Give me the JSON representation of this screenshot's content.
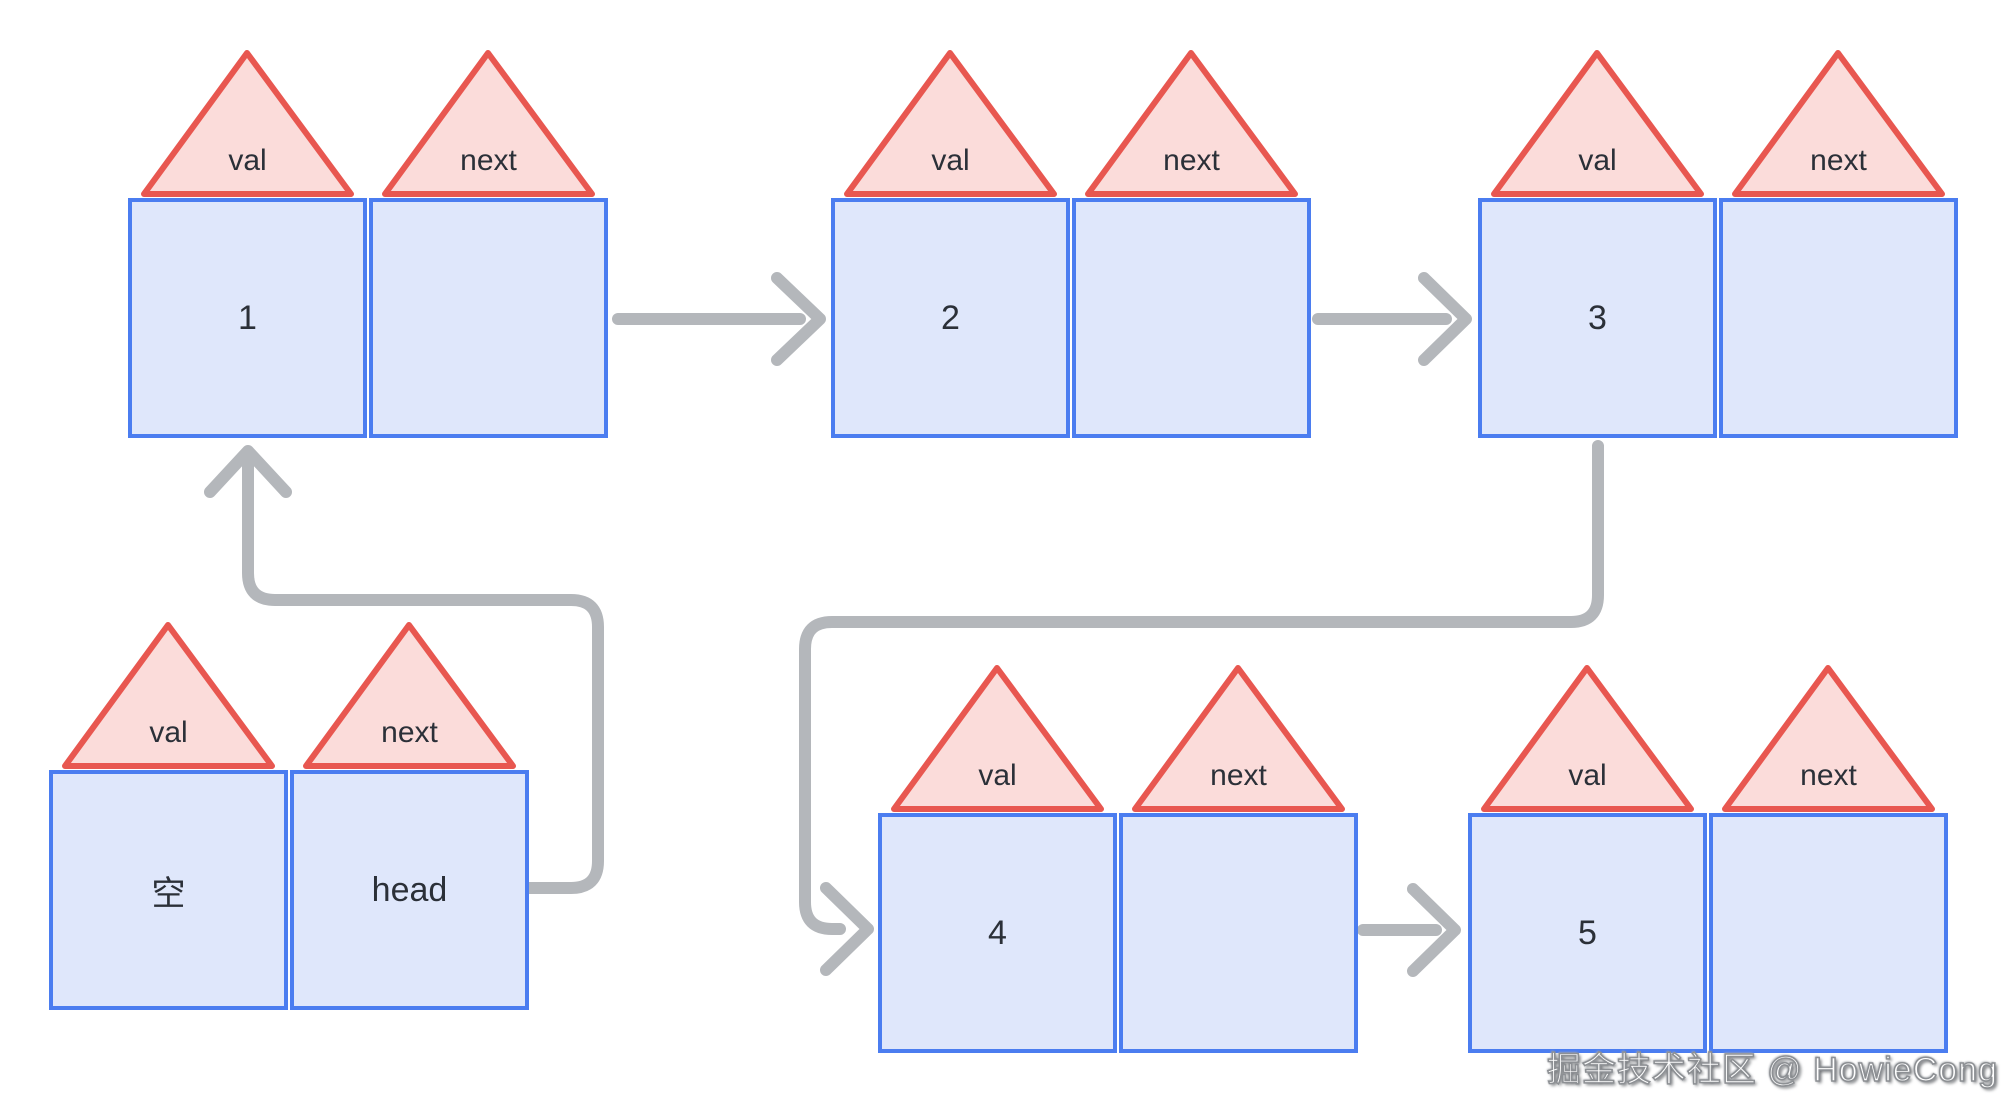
{
  "watermark": "掘金技术社区 @ HowieCong",
  "nodes": [
    {
      "name": "node-1",
      "val_pointer": "val",
      "next_pointer": "next",
      "val_value": "1",
      "next_value": ""
    },
    {
      "name": "node-2",
      "val_pointer": "val",
      "next_pointer": "next",
      "val_value": "2",
      "next_value": ""
    },
    {
      "name": "node-3",
      "val_pointer": "val",
      "next_pointer": "next",
      "val_value": "3",
      "next_value": ""
    },
    {
      "name": "node-4",
      "val_pointer": "val",
      "next_pointer": "next",
      "val_value": "4",
      "next_value": ""
    },
    {
      "name": "node-5",
      "val_pointer": "val",
      "next_pointer": "next",
      "val_value": "5",
      "next_value": ""
    },
    {
      "name": "head-node",
      "val_pointer": "val",
      "next_pointer": "next",
      "val_value": "空",
      "next_value": "head"
    }
  ],
  "colors": {
    "triangle_fill": "#fbdcda",
    "triangle_border": "#e85750",
    "box_fill": "#dfe7fb",
    "box_border": "#4b7df0",
    "arrow": "#b4b7bb",
    "text": "#2b3038",
    "bg": "#ffffff"
  }
}
